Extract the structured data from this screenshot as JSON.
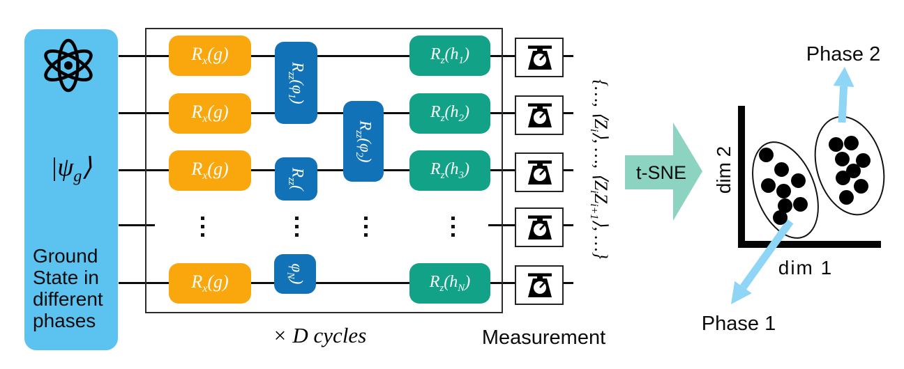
{
  "figure": {
    "left_panel": {
      "state_label_html": "|ψ<sub>g</sub>⟩",
      "caption": "Ground\nState in\ndifferent\nphases",
      "bg_color": "#5CC3F1"
    },
    "circuit": {
      "rx_gate_label_html": "R<sub>x</sub>(g)",
      "rzz_gate1_label_html": "R<sub>zz</sub>(φ<sub>1</sub>)",
      "rzz_gate2_label_html": "R<sub>zz</sub>(φ<sub>2</sub>)",
      "rzz_gateN_top_label_html": "R<sub>zz</sub>(",
      "rzz_gateN_bottom_label_html": "φ<sub>N</sub>)",
      "rz_gate_labels_html": [
        "R<sub>z</sub>(h<sub>1</sub>)",
        "R<sub>z</sub>(h<sub>2</sub>)",
        "R<sub>z</sub>(h<sub>3</sub>)",
        "R<sub>z</sub>(h<sub>N</sub>)"
      ],
      "cycles_label": "× D cycles",
      "measurement_label": "Measurement",
      "gate_colors": {
        "rx": "#F9A70D",
        "rzz": "#1272B8",
        "rz": "#12A287"
      },
      "wire_color": "#0d0d0d"
    },
    "output_expression_html": "{…, ⟨Z<sub>i</sub>⟩, …, ⟨Z<sub>i</sub>Z<sub>i+1</sub>⟩, …}",
    "tsne_arrow": {
      "label": "t-SNE",
      "color": "#8CD4C1"
    },
    "scatter": {
      "xlabel": "dim 1",
      "ylabel": "dim 2",
      "annotation_arrow_color": "#8ED5F6",
      "clusters": [
        {
          "label": "Phase 1",
          "points": [
            [
              1098,
              222
            ],
            [
              1120,
              243
            ],
            [
              1101,
              266
            ],
            [
              1144,
              259
            ],
            [
              1123,
              274
            ],
            [
              1125,
              295
            ],
            [
              1147,
              293
            ],
            [
              1118,
              312
            ]
          ]
        },
        {
          "label": "Phase 2",
          "points": [
            [
              1198,
              207
            ],
            [
              1220,
              205
            ],
            [
              1207,
              228
            ],
            [
              1237,
              230
            ],
            [
              1223,
              245
            ],
            [
              1208,
              255
            ],
            [
              1234,
              267
            ],
            [
              1213,
              283
            ]
          ]
        }
      ]
    }
  }
}
